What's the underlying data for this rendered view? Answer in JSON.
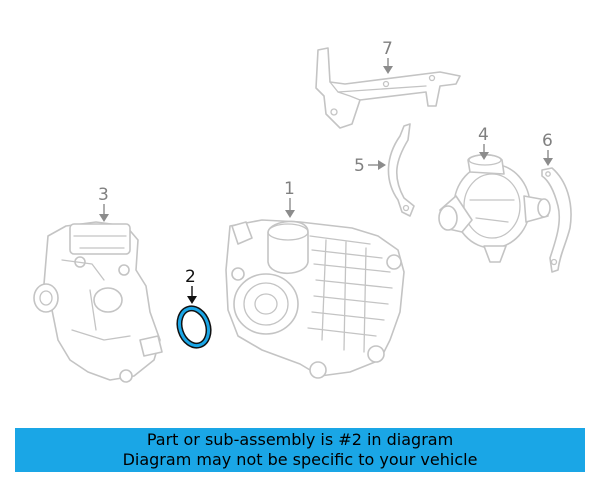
{
  "diagram": {
    "callouts": [
      "1",
      "2",
      "3",
      "4",
      "5",
      "6",
      "7"
    ],
    "highlighted_part": "2"
  },
  "colors": {
    "banner_background": "#1aa6e6",
    "highlight_gasket": "#1aa6e6",
    "line_art": "#c4c4c4"
  },
  "banner": {
    "line1": "Part or sub-assembly is #2 in diagram",
    "line2": "Diagram may not be specific to your vehicle"
  }
}
